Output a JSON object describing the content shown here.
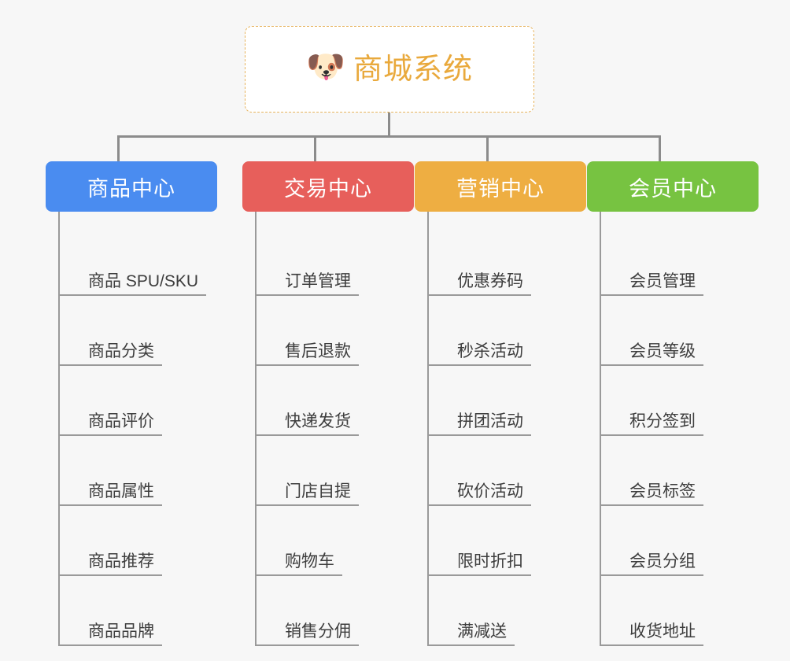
{
  "canvas": {
    "background": "#f7f7f7",
    "line_color": "#8c8c8c"
  },
  "root": {
    "icon": "shiba-dog-face-emoji",
    "emoji": "🐶",
    "title": "商城系统",
    "title_color": "#e9a93c",
    "border_color": "#e7b35c",
    "background": "#ffffff"
  },
  "categories": [
    {
      "label": "商品中心",
      "color": "#4a8cf0",
      "items": [
        "商品 SPU/SKU",
        "商品分类",
        "商品评价",
        "商品属性",
        "商品推荐",
        "商品品牌"
      ]
    },
    {
      "label": "交易中心",
      "color": "#e75f5b",
      "items": [
        "订单管理",
        "售后退款",
        "快递发货",
        "门店自提",
        "购物车",
        "销售分佣"
      ]
    },
    {
      "label": "营销中心",
      "color": "#eeae42",
      "items": [
        "优惠券码",
        "秒杀活动",
        "拼团活动",
        "砍价活动",
        "限时折扣",
        "满减送"
      ]
    },
    {
      "label": "会员中心",
      "color": "#77c341",
      "items": [
        "会员管理",
        "会员等级",
        "积分签到",
        "会员标签",
        "会员分组",
        "收货地址"
      ]
    }
  ]
}
